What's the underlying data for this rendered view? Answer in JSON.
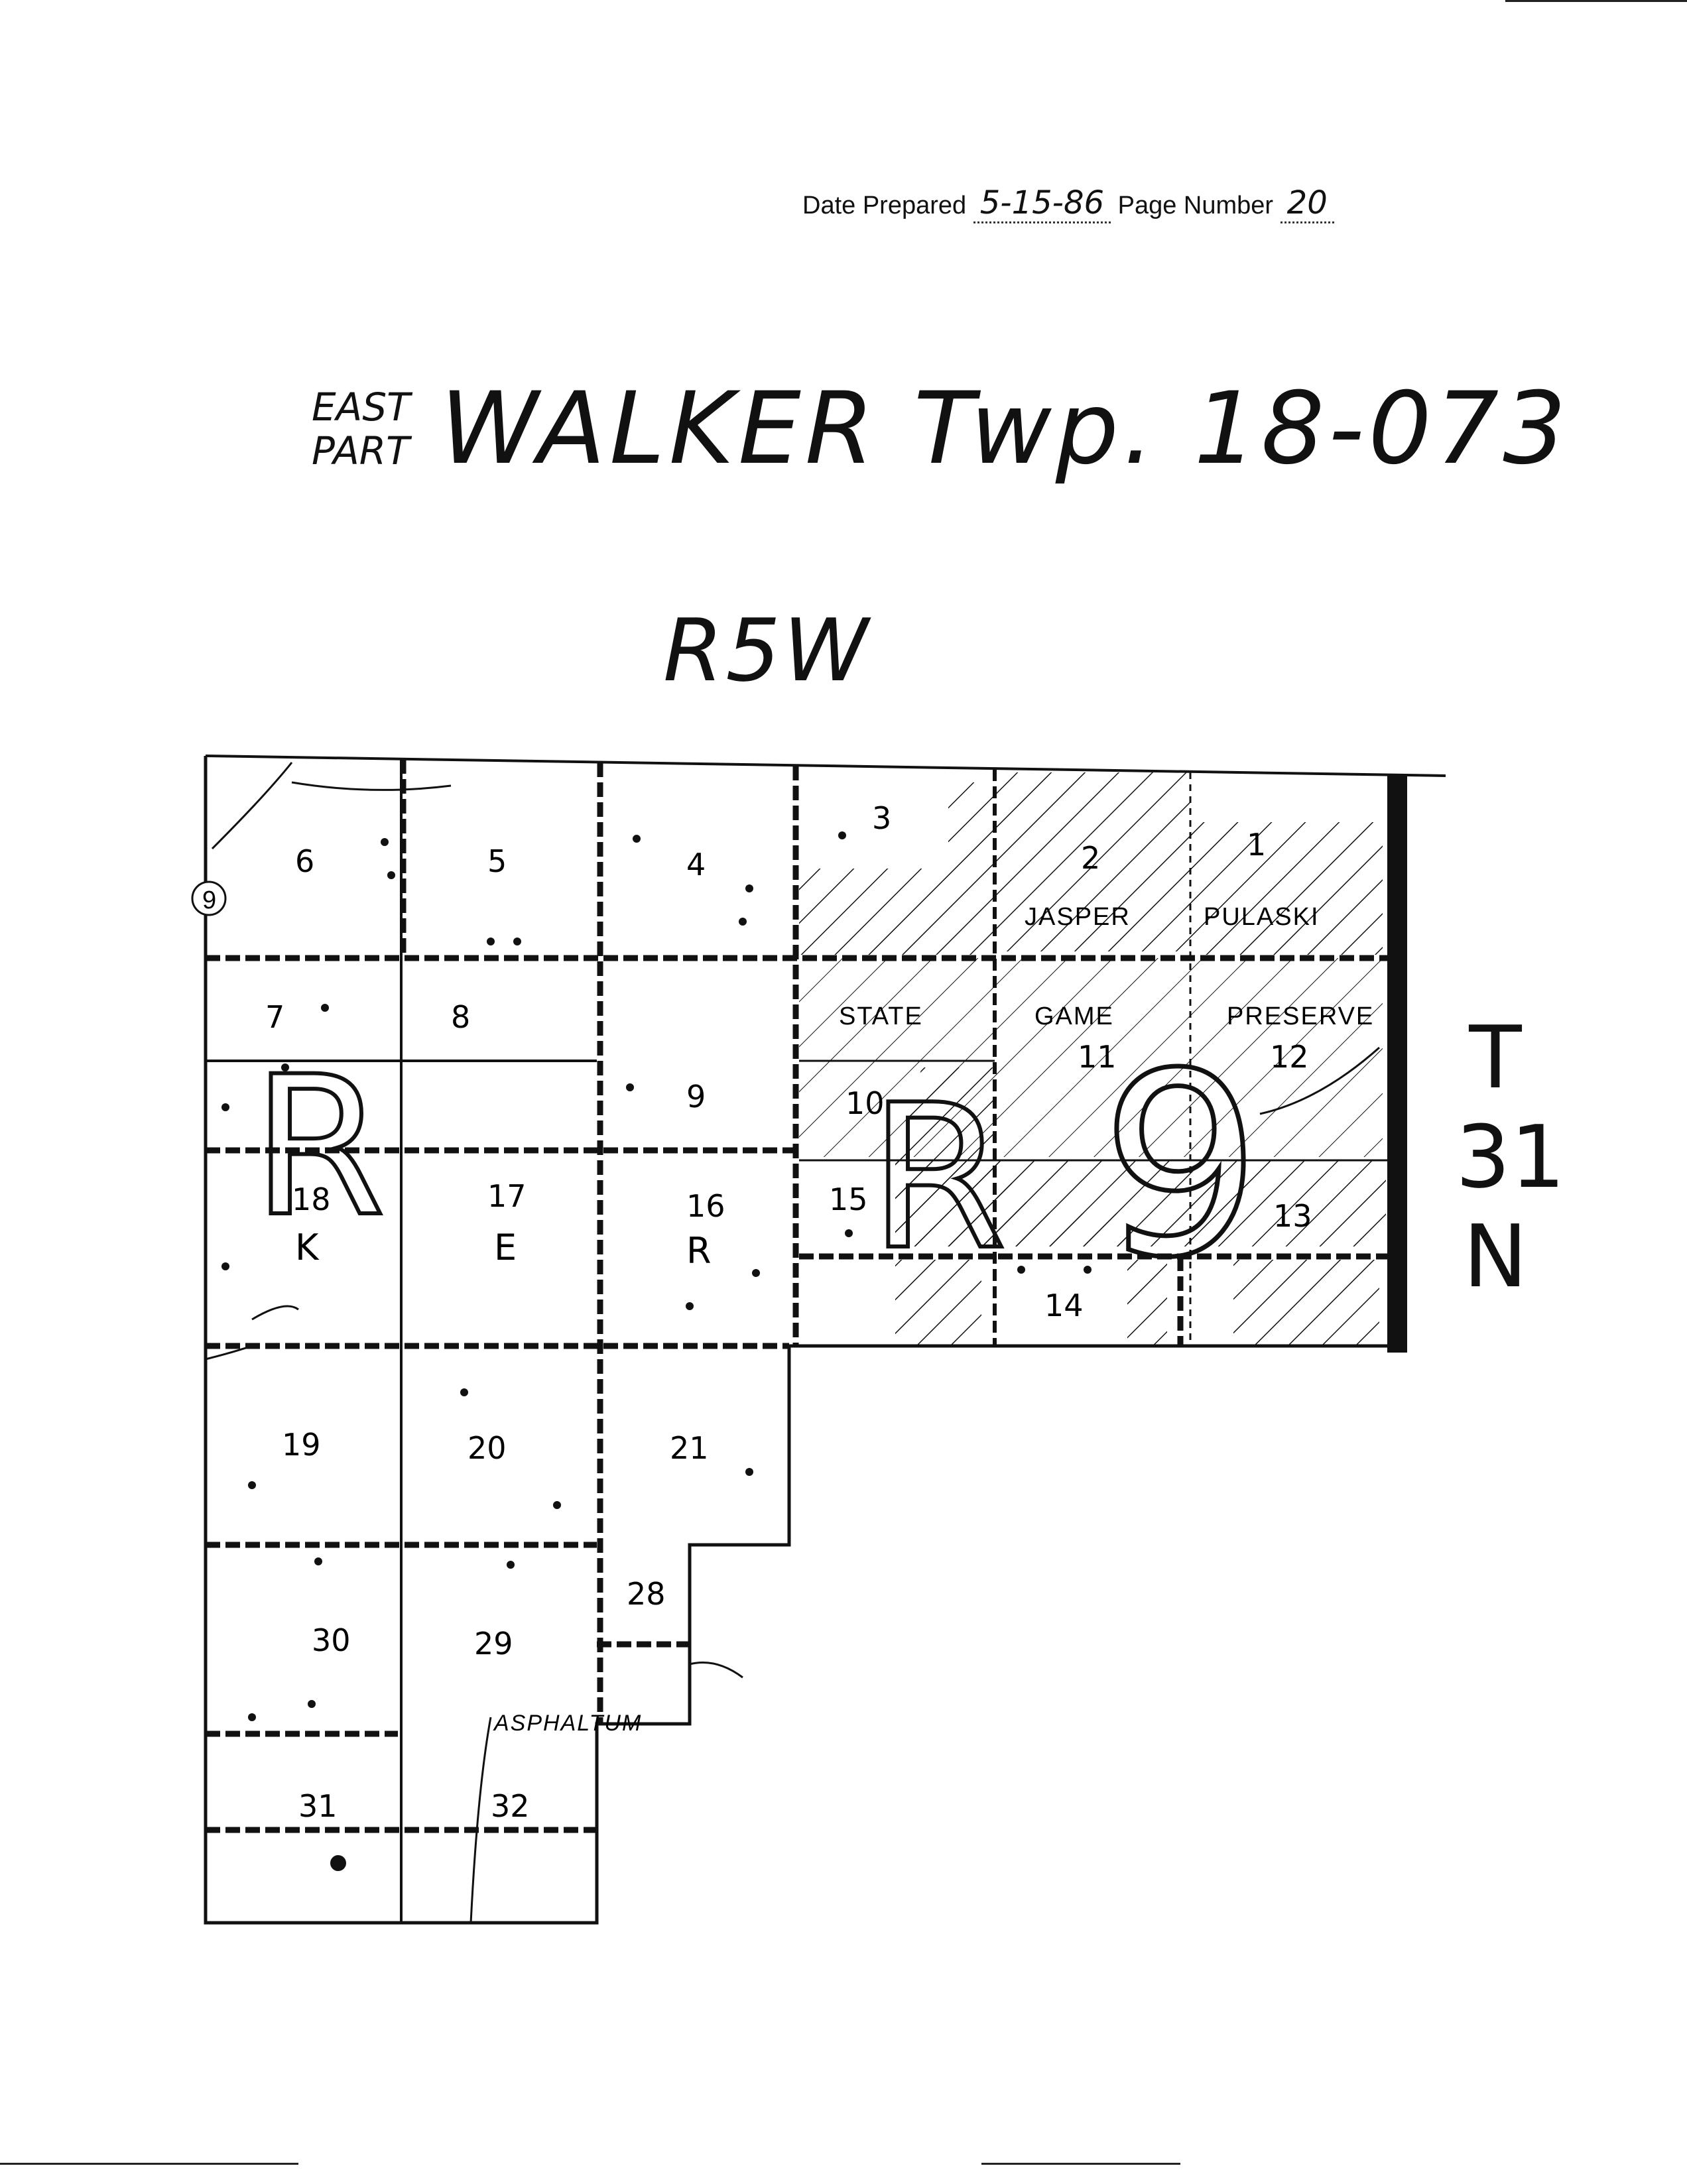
{
  "header": {
    "date_label": "Date Prepared",
    "date_value": "5-15-86",
    "page_label": "Page Number",
    "page_value": "20"
  },
  "title": {
    "part_line1": "EAST",
    "part_line2": "PART",
    "township": "WALKER Twp. 18-073",
    "range": "R5W",
    "tn_line1": "T",
    "tn_line2": "31",
    "tn_line3": "N"
  },
  "map": {
    "preserve_labels": [
      "JASPER",
      "PULASKI",
      "STATE",
      "GAME",
      "PRESERVE"
    ],
    "asphalt_label": "ASPHALTUM",
    "road_marker": "9",
    "overlay_letters": [
      "R",
      "K",
      "E",
      "R",
      "R",
      "9"
    ],
    "sections": [
      "1",
      "2",
      "3",
      "4",
      "5",
      "6",
      "7",
      "8",
      "9",
      "10",
      "11",
      "12",
      "13",
      "14",
      "15",
      "16",
      "17",
      "18",
      "19",
      "20",
      "21",
      "28",
      "29",
      "30",
      "31",
      "32"
    ]
  },
  "colors": {
    "ink": "#111111",
    "paper": "#ffffff"
  }
}
